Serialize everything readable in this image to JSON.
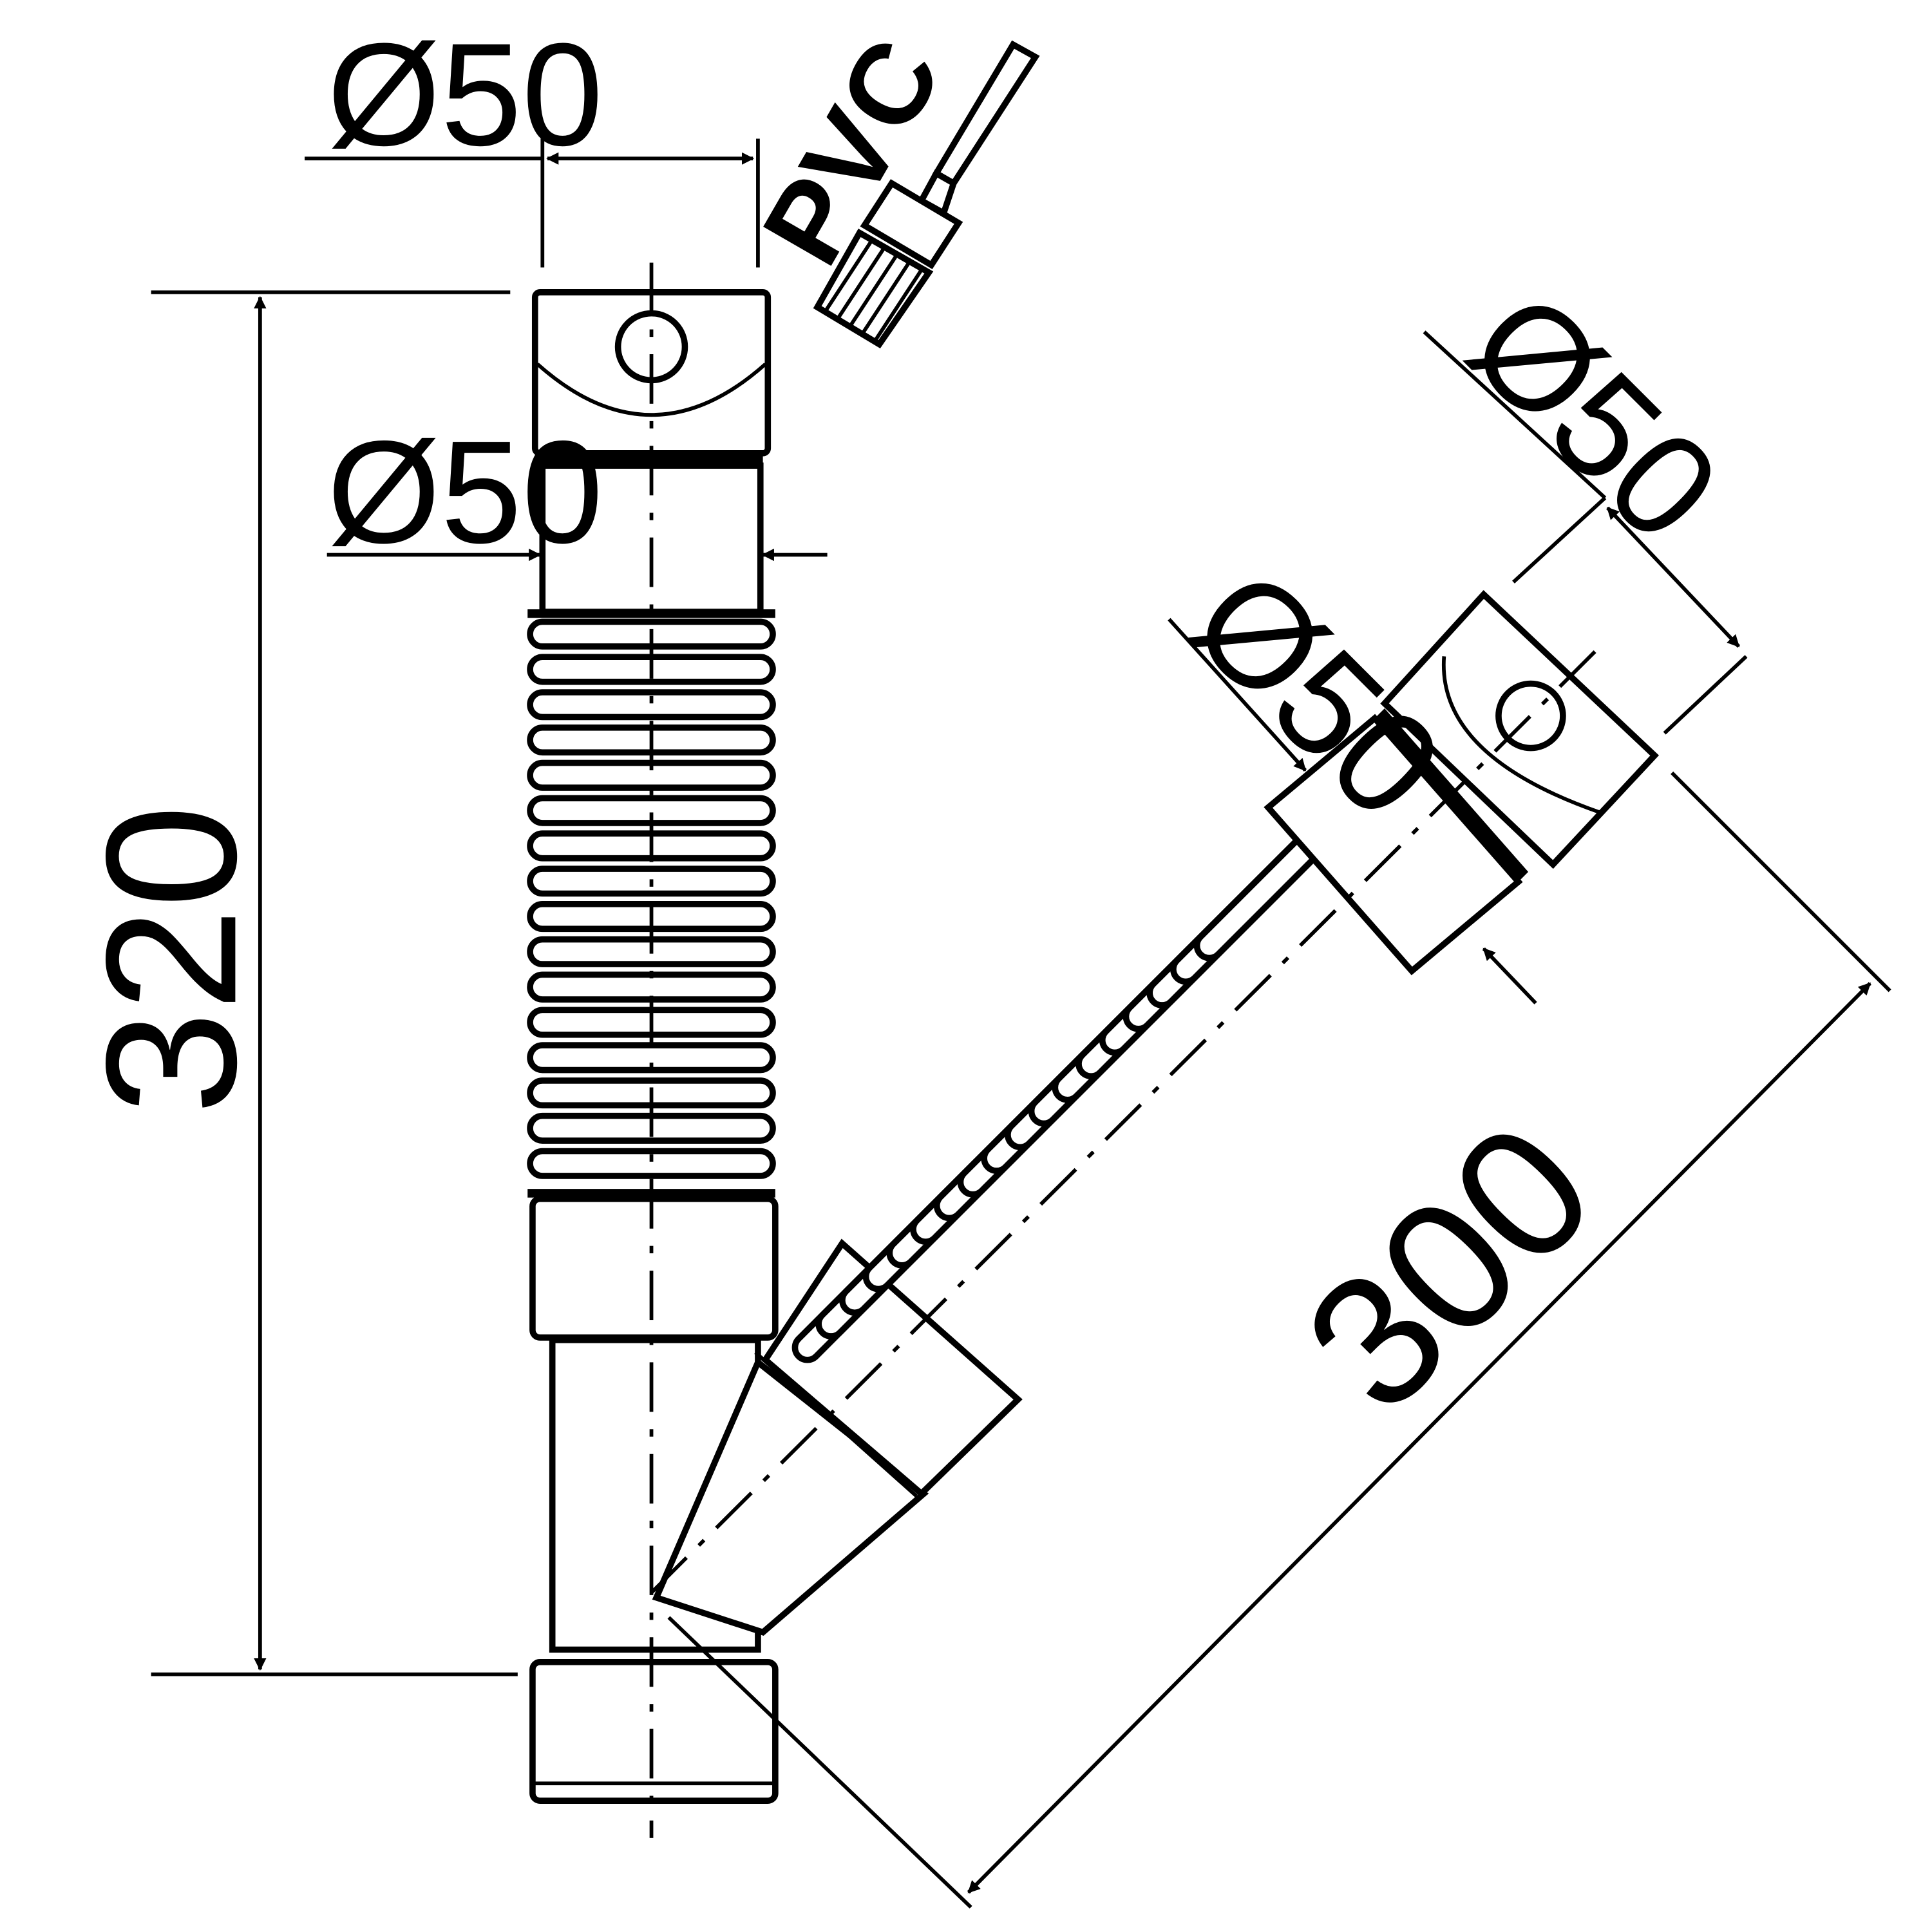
{
  "dimensions": {
    "top_diameter": "Ø50",
    "vertical_pipe_diameter": "Ø50",
    "branch_end_diameter": "Ø50",
    "branch_pipe_diameter": "Ø50",
    "total_height": "320",
    "branch_length": "300"
  },
  "glue_label": "PVC",
  "colors": {
    "line": "#000000",
    "background": "#ffffff"
  },
  "icons": [
    "glue-brush-icon"
  ]
}
